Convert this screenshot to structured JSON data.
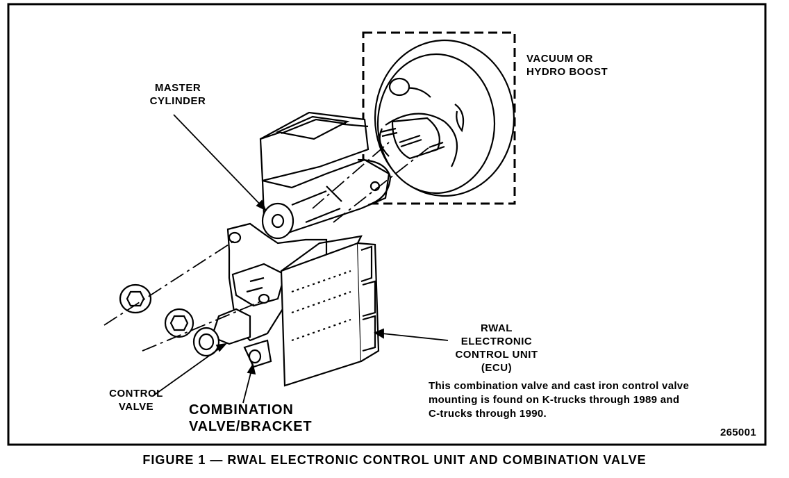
{
  "labels": {
    "booster_line1": "VACUUM OR",
    "booster_line2": "HYDRO BOOST",
    "master_line1": "MASTER",
    "master_line2": "CYLINDER",
    "ecu_line1": "RWAL",
    "ecu_line2": "ELECTRONIC",
    "ecu_line3": "CONTROL UNIT",
    "ecu_line4": "(ECU)",
    "control_line1": "CONTROL",
    "control_line2": "VALVE",
    "combo_line1": "COMBINATION",
    "combo_line2": "VALVE/BRACKET"
  },
  "note": {
    "line1": "This combination valve and cast iron control valve",
    "line2": "mounting is found on K-trucks through 1989 and",
    "line3": "C-trucks through 1990."
  },
  "figure_number": "265001",
  "caption": "FIGURE 1 — RWAL ELECTRONIC CONTROL UNIT AND COMBINATION VALVE"
}
